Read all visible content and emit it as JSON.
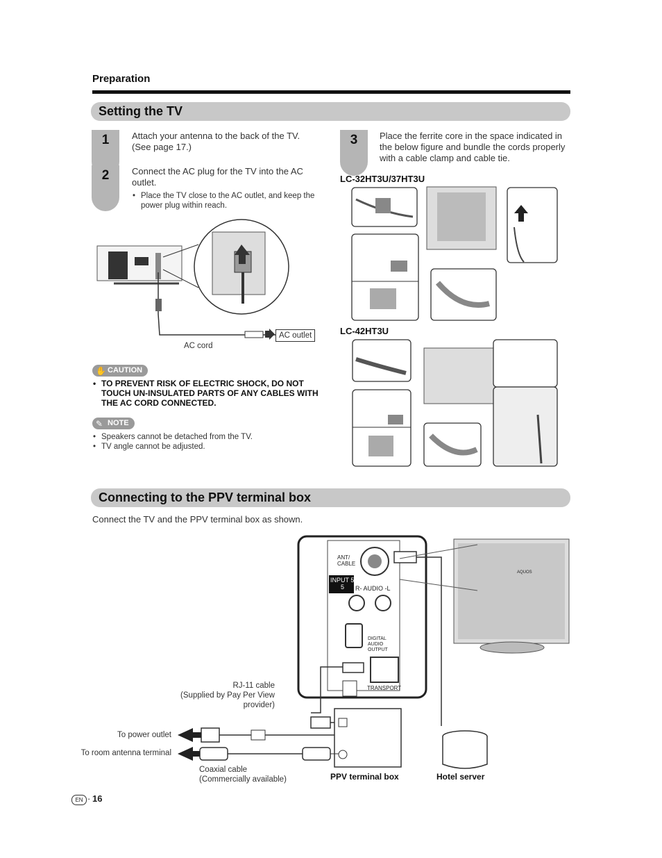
{
  "header": {
    "section": "Preparation"
  },
  "setting_tv": {
    "title": "Setting the TV",
    "steps": [
      {
        "num": "1",
        "text": "Attach your antenna to the back of the TV. (See page 17.)"
      },
      {
        "num": "2",
        "text": "Connect the AC plug for the TV into the AC outlet.",
        "bullet": "Place the TV close to the AC outlet, and keep the power plug within reach."
      },
      {
        "num": "3",
        "text": "Place the ferrite core in the space indicated in the below figure and bundle the cords properly with a cable clamp and cable tie."
      }
    ],
    "labels": {
      "ac_cord": "AC cord",
      "ac_outlet": "AC outlet"
    },
    "caution": {
      "label": "CAUTION",
      "text": "TO PREVENT RISK OF ELECTRIC SHOCK, DO NOT TOUCH UN-INSULATED PARTS OF ANY CABLES WITH THE AC CORD CONNECTED."
    },
    "note": {
      "label": "NOTE",
      "items": [
        "Speakers cannot be detached from the TV.",
        "TV angle cannot be adjusted."
      ]
    },
    "models": [
      "LC-32HT3U/37HT3U",
      "LC-42HT3U"
    ]
  },
  "ppv": {
    "title": "Connecting to the PPV terminal box",
    "intro": "Connect the TV and the PPV terminal box as shown.",
    "panel": {
      "ant": "ANT/ CABLE",
      "input": "INPUT 5",
      "input_num": "5",
      "audio": "R- AUDIO -L",
      "digital": "DIGITAL AUDIO OUTPUT",
      "transport": "TRANSPORT"
    },
    "labels": {
      "rj11": "RJ-11 cable",
      "rj11_note": "(Supplied by Pay Per View provider)",
      "power": "To power outlet",
      "antenna": "To room antenna terminal",
      "coax": "Coaxial cable",
      "coax_note": "(Commercially available)",
      "ppv_box": "PPV terminal box",
      "hotel": "Hotel server",
      "aquos": "AQUOS"
    }
  },
  "footer": {
    "lang": "EN",
    "page": "16"
  }
}
